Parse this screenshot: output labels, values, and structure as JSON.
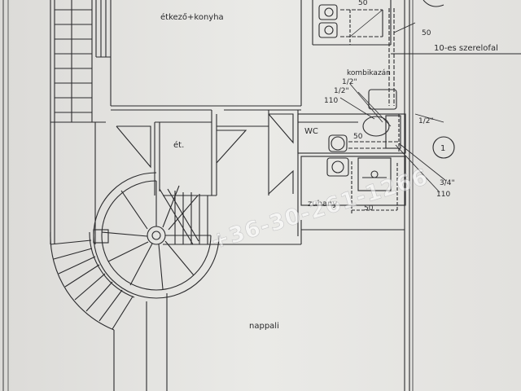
{
  "plan": {
    "rooms": {
      "kitchen": "étkező+konyha",
      "pantry": "ét.",
      "wc": "WC",
      "shower": "zuhany",
      "living": "nappali"
    },
    "annotations": {
      "top_50": "50",
      "right_50": "50",
      "wall_label": "10-es szerelofal",
      "boiler": "kombikazán",
      "pipe_half_1": "1/2\"",
      "pipe_half_2": "1/2\"",
      "pipe_110_left": "110",
      "pipe_half_right": "1/2\"",
      "wc_50": "50",
      "pipe_three_quarter": "3/4\"",
      "pipe_110_right": "110",
      "shower_50": "50",
      "circle_mark": "1"
    },
    "watermark": "+36-30-261-1266"
  },
  "colors": {
    "paper": "#e7e6e3",
    "ink": "#2a2a2c"
  }
}
